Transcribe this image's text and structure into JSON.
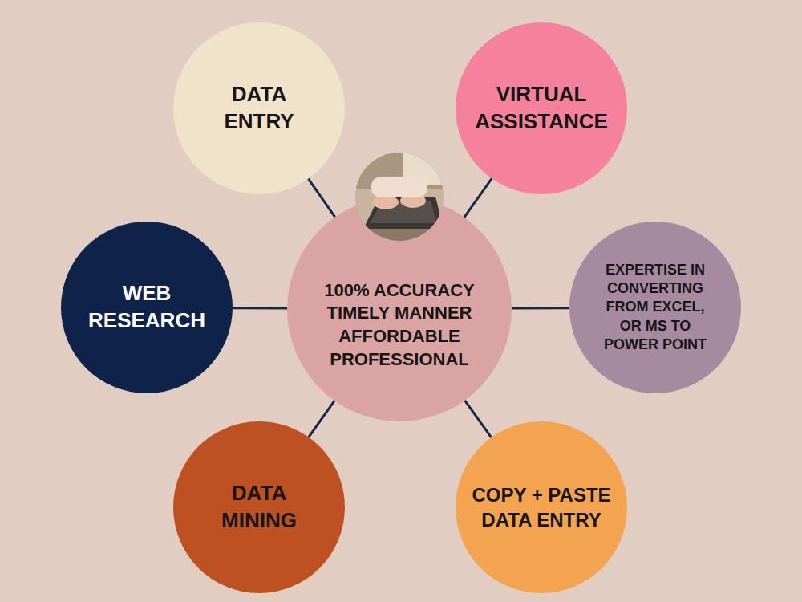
{
  "diagram": {
    "nodes": [
      {
        "text": [
          "DATA ENTRY"
        ]
      },
      {
        "text": [
          "VIRTUAL ASSISTANCE"
        ]
      },
      {
        "text": [
          "WEB RESEARCH"
        ]
      },
      {
        "text": [
          "100% ACCURACY TIMELY MANNER AFFORDABLE PROFESSIONAL"
        ]
      },
      {
        "text": [
          "EXPERTISE IN CONVERTING FROM EXCEL, OR MS TO POWER POINT"
        ]
      },
      {
        "text": [
          "DATA MINING"
        ]
      },
      {
        "text": [
          "COPY + PASTE DATA ENTRY"
        ]
      }
    ],
    "edges": [
      {
        "from": 3,
        "to": 0,
        "arrow": "none"
      },
      {
        "from": 3,
        "to": 1,
        "arrow": "none"
      },
      {
        "from": 3,
        "to": 2,
        "arrow": "none"
      },
      {
        "from": 3,
        "to": 4,
        "arrow": "none"
      },
      {
        "from": 3,
        "to": 5,
        "arrow": "none"
      },
      {
        "from": 3,
        "to": 6,
        "arrow": "none"
      }
    ]
  }
}
